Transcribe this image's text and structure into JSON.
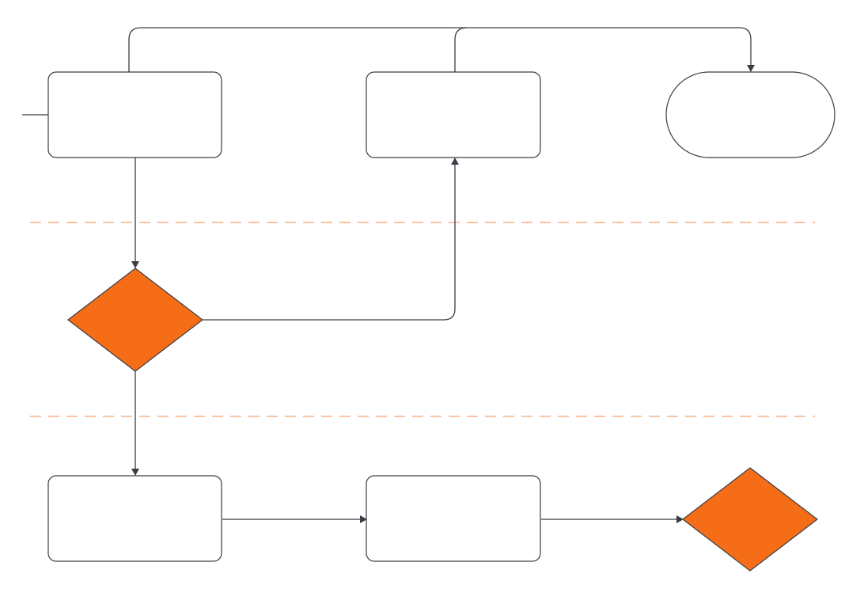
{
  "diagram": {
    "type": "flowchart",
    "colors": {
      "line": "#3a3d45",
      "decision_fill": "#f66d17",
      "lane_divider": "#f7a06b",
      "node_fill": "#ffffff"
    },
    "lanes": 3,
    "nodes": [
      {
        "id": "process-1",
        "shape": "rounded-rect",
        "lane": 1,
        "text": ""
      },
      {
        "id": "process-2",
        "shape": "rounded-rect",
        "lane": 1,
        "text": ""
      },
      {
        "id": "terminal-end",
        "shape": "terminator",
        "lane": 1,
        "text": ""
      },
      {
        "id": "decision-1",
        "shape": "diamond",
        "lane": 2,
        "text": ""
      },
      {
        "id": "process-3",
        "shape": "rounded-rect",
        "lane": 3,
        "text": ""
      },
      {
        "id": "process-4",
        "shape": "rounded-rect",
        "lane": 3,
        "text": ""
      },
      {
        "id": "decision-2",
        "shape": "diamond",
        "lane": 3,
        "text": ""
      }
    ],
    "edges": [
      {
        "id": "entry-line",
        "from": null,
        "to": "process-1",
        "arrow": false
      },
      {
        "id": "edge-p1-d1",
        "from": "process-1",
        "to": "decision-1",
        "arrow": true
      },
      {
        "id": "edge-d1-p2",
        "from": "decision-1",
        "to": "process-2",
        "arrow": true
      },
      {
        "id": "edge-p1-term",
        "from": "process-1",
        "to": "terminal-end",
        "arrow": true
      },
      {
        "id": "edge-p2-term",
        "from": "process-2",
        "to": "terminal-end",
        "arrow": true
      },
      {
        "id": "edge-d1-p3",
        "from": "decision-1",
        "to": "process-3",
        "arrow": true
      },
      {
        "id": "edge-p3-p4",
        "from": "process-3",
        "to": "process-4",
        "arrow": true
      },
      {
        "id": "edge-p4-d2",
        "from": "process-4",
        "to": "decision-2",
        "arrow": true
      }
    ]
  }
}
